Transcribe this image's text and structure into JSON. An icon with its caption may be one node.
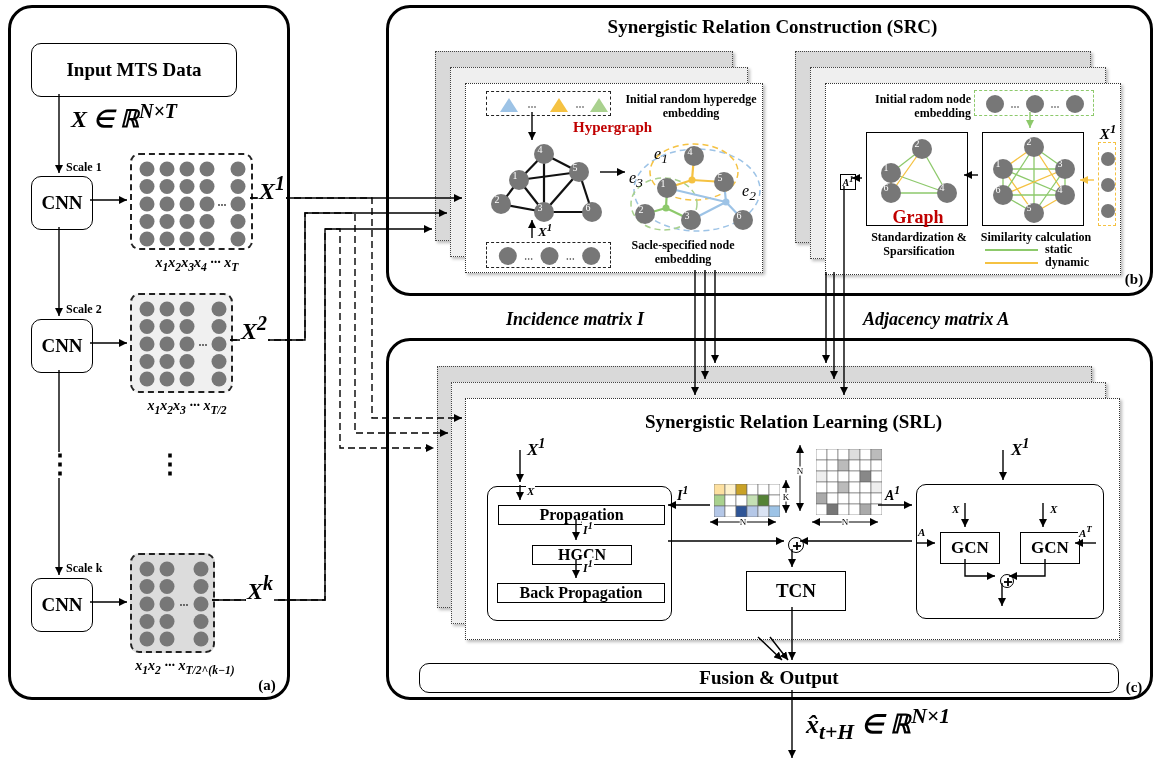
{
  "diagram": {
    "nodes": [
      {
        "text": [
          "(a)"
        ]
      },
      {
        "text": [
          "Input MTS Data"
        ],
        "in": 0
      },
      {
        "text": [
          "CNN"
        ],
        "in": 0,
        "beside": [
          "Scale 1"
        ]
      },
      {
        "text": [
          "x$_{1}$x$_{2}$x$_{3}$x$_{4}$ ··· x$_{T}$"
        ],
        "in": 0
      },
      {
        "text": [
          "CNN"
        ],
        "in": 0,
        "beside": [
          "Scale 2"
        ]
      },
      {
        "text": [
          "x$_{1}$x$_{2}$x$_{3}$ ··· x$_{T/2}$"
        ],
        "in": 0
      },
      {
        "text": [
          "CNN"
        ],
        "in": 0,
        "beside": [
          "Scale k"
        ]
      },
      {
        "text": [
          "x$_{1}$x$_{2}$ ··· x$_{T/2^(k−1)}$"
        ],
        "in": 0
      },
      {
        "text": [
          "Synergistic Relation Construction (SRC)",
          "(b)"
        ]
      },
      {
        "text": [],
        "shape": "box",
        "in": 8
      },
      {
        "text": [],
        "shape": "box",
        "in": 9,
        "beside": [
          "Initial random hyperedge embedding"
        ]
      },
      {
        "text": [],
        "shape": "picture",
        "in": 9
      },
      {
        "text": [],
        "shape": "picture",
        "in": 9
      },
      {
        "text": [],
        "shape": "box",
        "in": 9
      },
      {
        "text": [],
        "shape": "box",
        "in": 8
      },
      {
        "text": [],
        "shape": "box",
        "in": 14,
        "beside": [
          "Initial radom node embedding"
        ]
      },
      {
        "text": [
          "Graph"
        ],
        "in": 14,
        "beside": [
          "Standardization & Sparsification"
        ]
      },
      {
        "text": [],
        "shape": "box",
        "in": 14,
        "beside": [
          "Similarity calculation"
        ]
      },
      {
        "text": [
          "X$^{1}$"
        ],
        "in": 14
      },
      {
        "text": [
          "A$^{1}$"
        ],
        "in": 14
      },
      {
        "text": [
          "(c)"
        ]
      },
      {
        "text": [
          "Synergistic Relation Learning (SRL)"
        ],
        "in": 20
      },
      {
        "text": [],
        "shape": "box",
        "in": 21
      },
      {
        "text": [
          "Propagation"
        ],
        "in": 22
      },
      {
        "text": [
          "HGCN"
        ],
        "in": 22
      },
      {
        "text": [
          "Back Propagation"
        ],
        "in": 22
      },
      {
        "text": [],
        "shape": "grid",
        "in": 21
      },
      {
        "text": [],
        "shape": "grid",
        "in": 21
      },
      {
        "text": [],
        "shape": "box",
        "in": 21
      },
      {
        "text": [
          "GCN"
        ],
        "in": 28
      },
      {
        "text": [
          "GCN"
        ],
        "in": 28
      },
      {
        "text": [],
        "shape": "circle",
        "in": 28
      },
      {
        "text": [],
        "shape": "circle",
        "in": 21
      },
      {
        "text": [
          "TCN"
        ],
        "in": 21
      },
      {
        "text": [
          "Fusion & Output"
        ],
        "in": 20
      }
    ],
    "edges": [
      {
        "from": 1,
        "to": 2,
        "arrow": "to",
        "label": "X ∈ ℝ$^{N×T}$"
      },
      {
        "from": 2,
        "to": 3,
        "arrow": "to"
      },
      {
        "from": 2,
        "to": 4,
        "arrow": "to"
      },
      {
        "from": 4,
        "to": 5,
        "arrow": "to"
      },
      {
        "from": 4,
        "to": 6,
        "arrow": "to"
      },
      {
        "from": 6,
        "to": 7,
        "arrow": "to"
      },
      {
        "from": 3,
        "to": 9,
        "arrow": "to",
        "label": "X$^{1}$"
      },
      {
        "from": 5,
        "to": 9,
        "arrow": "to",
        "label": "X$^{2}$"
      },
      {
        "from": 7,
        "to": 9,
        "arrow": "to",
        "label": "X$^{k}$"
      },
      {
        "from": 3,
        "to": 21,
        "arrow": "to",
        "style": "dashed"
      },
      {
        "from": 5,
        "to": 21,
        "arrow": "to",
        "style": "dashed"
      },
      {
        "from": 7,
        "to": 21,
        "arrow": "to",
        "style": "dashed"
      },
      {
        "from": 10,
        "to": 11,
        "arrow": "to"
      },
      {
        "from": 13,
        "to": 11,
        "arrow": "to",
        "label": "X$^{1}$"
      },
      {
        "from": 11,
        "to": 12,
        "arrow": "to",
        "label": "Hypergraph"
      },
      {
        "from": 9,
        "to": 21,
        "arrow": "to",
        "label": "Incidence matrix I"
      },
      {
        "from": 9,
        "to": 21,
        "arrow": "to"
      },
      {
        "from": 9,
        "to": 21,
        "arrow": "to"
      },
      {
        "from": 15,
        "to": 17,
        "arrow": "to",
        "color": "#8dc96b"
      },
      {
        "from": 18,
        "to": 17,
        "arrow": "to",
        "color": "#f5c242"
      },
      {
        "from": 17,
        "to": 16,
        "arrow": "to"
      },
      {
        "from": 16,
        "to": 19,
        "arrow": "to"
      },
      {
        "from": 19,
        "to": 21,
        "arrow": "to",
        "label": "Adjacency matrix A"
      },
      {
        "from": 14,
        "to": 21,
        "arrow": "to"
      },
      {
        "from": 14,
        "to": 21,
        "arrow": "to"
      },
      {
        "from": null,
        "to": 22,
        "arrow": "to",
        "label": "X$^{1}$"
      },
      {
        "from": null,
        "to": 23,
        "arrow": "to",
        "label": "X"
      },
      {
        "from": 23,
        "to": 24,
        "arrow": "to",
        "label": "I$^{1}$"
      },
      {
        "from": 24,
        "to": 25,
        "arrow": "to",
        "label": "I$^{1}$"
      },
      {
        "from": 26,
        "to": 22,
        "arrow": "to",
        "label": "I$^{1}$"
      },
      {
        "from": 27,
        "to": 28,
        "arrow": "to",
        "label": "A$^{1}$"
      },
      {
        "from": null,
        "to": 28,
        "arrow": "to",
        "label": "X$^{1}$"
      },
      {
        "from": null,
        "to": 29,
        "arrow": "to",
        "label": "X"
      },
      {
        "from": null,
        "to": 29,
        "arrow": "to",
        "label": "A"
      },
      {
        "from": null,
        "to": 30,
        "arrow": "to",
        "label": "X"
      },
      {
        "from": null,
        "to": 30,
        "arrow": "to",
        "label": "A$^{T}$"
      },
      {
        "from": 29,
        "to": 31,
        "arrow": "to"
      },
      {
        "from": 30,
        "to": 31,
        "arrow": "to"
      },
      {
        "from": 31,
        "to": null,
        "arrow": "to"
      },
      {
        "from": 22,
        "to": 32,
        "arrow": "to"
      },
      {
        "from": 28,
        "to": 32,
        "arrow": "to"
      },
      {
        "from": 32,
        "to": 33,
        "arrow": "to"
      },
      {
        "from": 33,
        "to": 34,
        "arrow": "to"
      },
      {
        "from": 21,
        "to": 34,
        "arrow": "to"
      },
      {
        "from": 21,
        "to": 34,
        "arrow": "to"
      },
      {
        "from": 34,
        "to": null,
        "arrow": "to",
        "label": "x̂$_{t+H}$ ∈ ℝ$^{N×1}$"
      }
    ],
    "labels": [
      "4",
      "1",
      "5",
      "2",
      "3",
      "6",
      "4",
      "e$_{1}$",
      "1",
      "5",
      "e$_{3}$",
      "2",
      "e$_{2}$",
      "3",
      "6",
      "Sacle-specified node embedding",
      "2",
      "1",
      "6",
      "4",
      "2",
      "1",
      "3",
      "6",
      "4",
      "5",
      "⋮",
      "⋮",
      "N",
      "K",
      "N",
      "N"
    ],
    "legend": [
      {
        "text": "static"
      },
      {
        "text": "dynamic"
      }
    ]
  }
}
